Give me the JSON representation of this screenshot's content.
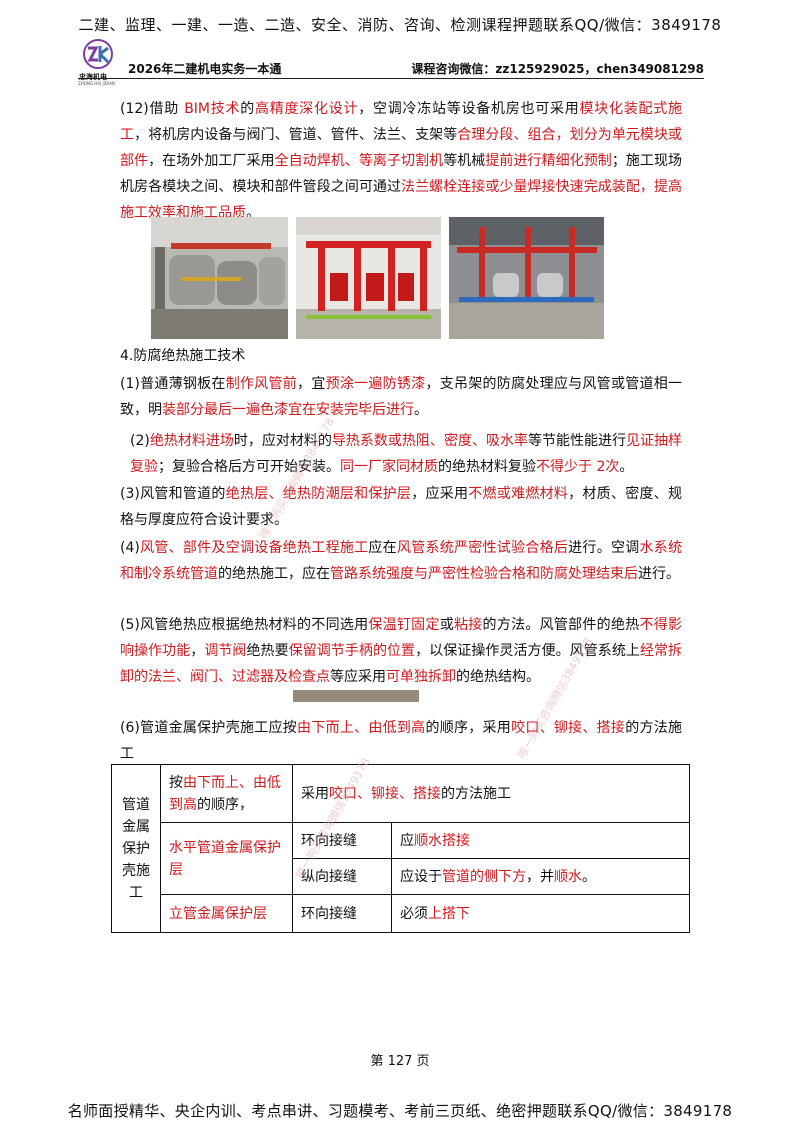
{
  "top_banner": "二建、监理、一建、一造、二造、安全、消防、咨询、检测课程押题联系QQ/微信：3849178",
  "header": {
    "logo_caption": "忠海机电",
    "logo_sub": "ZHONG HAI JIDIAN",
    "book_title": "2026年二建机电实务一本通",
    "contact": "课程咨询微信：zz125929025，chen349081298"
  },
  "p12": [
    "(12)借助 ",
    "BIM技术",
    "的",
    "高精度深化设计",
    "，空调冷冻站等设备机房也可采用",
    "模块化装配式施工",
    "，将机房内设备与阀门、管道、管件、法兰、支架等",
    "合理分段、组合，划分为单元模块或部件",
    "，在场外加工厂采用",
    "全自动焊机、等离子切割机",
    "等机械",
    "提前进行精细化预制",
    "；施工现场机房各模块之间、模块和部件管段之间可通过",
    "法兰螺栓连接或少量焊接快速完成装配，提高施工效率和施工品质",
    "。"
  ],
  "section_title": "4.防腐绝热施工技术",
  "p1": [
    "(1)普通薄钢板在",
    "制作风管前",
    "，宜",
    "预涂一遍防锈漆",
    "，支吊架的防腐处理应与风管或管道相一致，明",
    "装部分最后一遍色漆宜在安装完毕后进行",
    "。"
  ],
  "p2": [
    "(2)",
    "绝热材料进场",
    "时，应对材料的",
    "导热系数或热阻、密度、吸水率",
    "等节能性能进行",
    "见证抽样复验",
    "；复验合格后方可开始安装。",
    "同一厂家同材质",
    "的绝热材料复验",
    "不得少于 2次",
    "。"
  ],
  "p3": [
    "(3)风管和管道的",
    "绝热层、绝热防潮层和保护层",
    "，应采用",
    "不燃或难燃材料",
    "，材质、密度、规格与厚度应符合设计要求。"
  ],
  "p4": [
    "(4)",
    "风管、部件及空调设备绝热工程施工",
    "应在",
    "风管系统严密性试验合格后",
    "进行。空调",
    "水系统和制冷系统管道",
    "的绝热施工，应在",
    "管路系统强度与严密性检验合格和防腐处理结束后",
    "进行。"
  ],
  "p5": [
    "(5)风管绝热应根据绝热材料的不同选用",
    "保温钉固定",
    "或",
    "粘接",
    "的方法。风管部件的绝热",
    "不得影响操作功能",
    "，",
    "调节阀",
    "绝热要",
    "保留调节手柄的位置",
    "，以保证操作灵活方便。风管系统上",
    "经常拆卸的法兰、阀门、过滤器及检查点",
    "等应采用",
    "可单独拆卸",
    "的绝热结构。"
  ],
  "p6": [
    "(6)管道金属保护壳施工应按",
    "由下而上、由低到高",
    "的顺序，采用",
    "咬口、铆接、搭接",
    "的方法施工"
  ],
  "table": {
    "row_header": [
      "管道",
      "金属",
      "保护",
      "壳施",
      "工"
    ],
    "r1c1": [
      "按",
      "由下而上、由低到高",
      "的顺序，"
    ],
    "r1c2": [
      "采用",
      "咬口、铆接、搭接",
      "的方法施工"
    ],
    "r2c1": "水平管道金属保护层",
    "r2a_type": "环向接缝",
    "r2a_val": [
      "应",
      "顺水搭接"
    ],
    "r2b_type": "纵向接缝",
    "r2b_val": [
      "应设于",
      "管道的侧下方",
      "，并",
      "顺水",
      "。"
    ],
    "r3c1": "立管金属保护层",
    "r3_type": "环向接缝",
    "r3_val": [
      "必须",
      "上搭下"
    ]
  },
  "page_number": "第 127 页",
  "footer": "名师面授精华、央企内训、考点串讲、习题模考、考前三页纸、绝密押题联系QQ/微信：3849178",
  "watermark": "唯一购买咨询微信3849178",
  "colors": {
    "accent_red": "#d0191f",
    "text": "#111111"
  }
}
